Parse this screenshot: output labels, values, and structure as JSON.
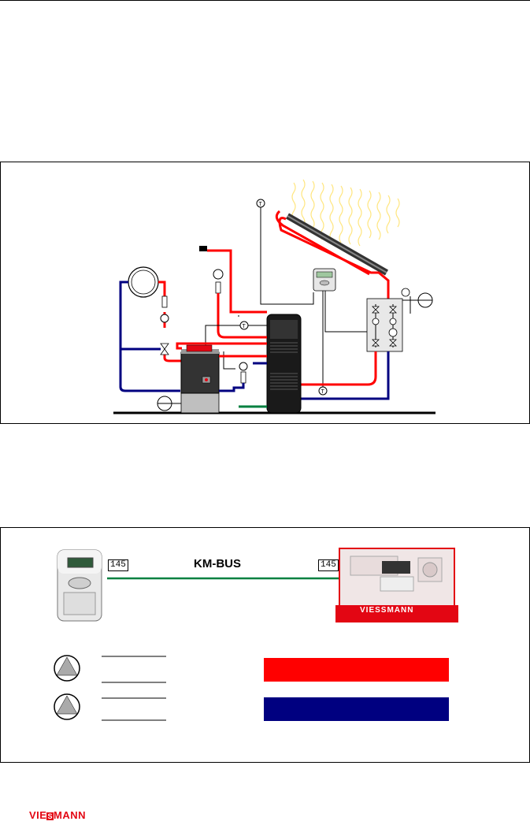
{
  "bus": {
    "label": "KM-BUS",
    "tag_left": "145",
    "tag_right": "145"
  },
  "boiler_brand": "VIESSMANN",
  "footer": {
    "logo_left": "VIE",
    "logo_mid": "S",
    "logo_right": "MANN"
  },
  "legend": {
    "flow_color": "#ff0000",
    "return_color": "#000080",
    "pump_icon": "pump-icon"
  },
  "colors": {
    "hot_pipe": "#ff0000",
    "cold_pipe": "#000080",
    "bus_line": "#008040"
  }
}
